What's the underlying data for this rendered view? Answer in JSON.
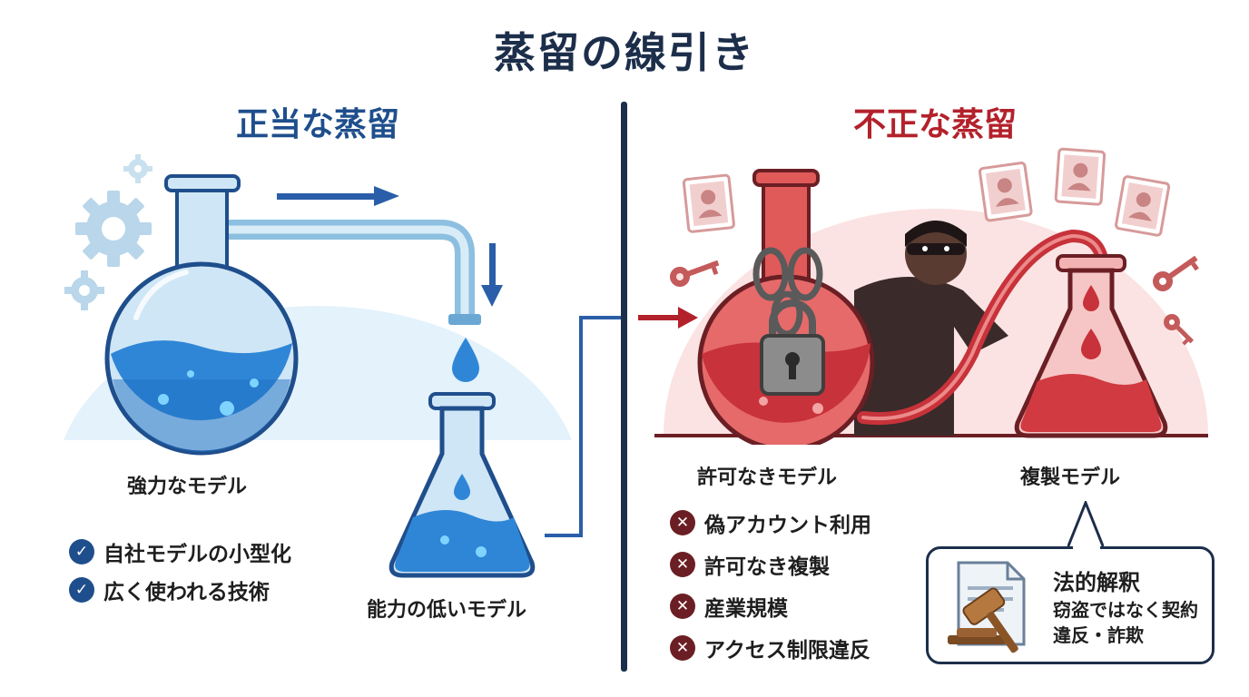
{
  "title": "蒸留の線引き",
  "left": {
    "heading": "正当な蒸留",
    "source_label": "強力なモデル",
    "target_label": "能力の低いモデル",
    "items": [
      "自社モデルの小型化",
      "広く使われる技術"
    ]
  },
  "right": {
    "heading": "不正な蒸留",
    "source_label": "許可なきモデル",
    "target_label": "複製モデル",
    "items": [
      "偽アカウント利用",
      "許可なき複製",
      "産業規模",
      "アクセス制限違反"
    ],
    "legal": {
      "title": "法的解釈",
      "text": "窃盗ではなく契約違反・詐欺"
    }
  },
  "icons": {
    "check": "check-circle-icon",
    "cross": "cross-circle-icon",
    "lock": "padlock-icon",
    "gavel": "gavel-icon",
    "document": "document-icon",
    "gear": "gear-icon",
    "key": "key-icon",
    "thief": "masked-thief-icon",
    "profile_card": "profile-card-icon"
  },
  "colors": {
    "navy": "#1c2e4a",
    "blue": "#1f4e8c",
    "red": "#b3212b",
    "dark_red": "#6b1f24",
    "light_blue_bg": "#e3f2fb",
    "light_red_bg": "#fbe3e3"
  }
}
